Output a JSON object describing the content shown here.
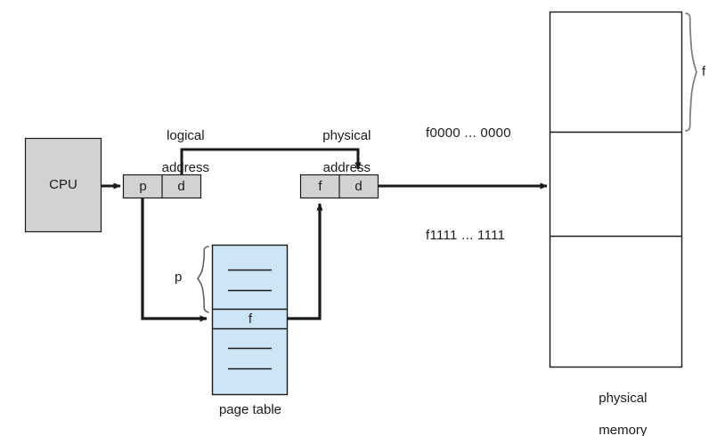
{
  "diagram": {
    "title": "paging-hardware",
    "colors": {
      "gray_fill": "#d2d2d2",
      "blue_fill": "#cde6f5",
      "stroke": "#1a1a1a",
      "brace": "#808080",
      "background": "#ffffff"
    },
    "cpu": {
      "label": "CPU"
    },
    "logical_address": {
      "caption_line1": "logical",
      "caption_line2": "address",
      "page_field": "p",
      "offset_field": "d"
    },
    "physical_address": {
      "caption_line1": "physical",
      "caption_line2": "address",
      "frame_field": "f",
      "offset_field": "d"
    },
    "page_table": {
      "caption": "page table",
      "brace_label": "p",
      "entry_label": "f",
      "rows_above": 2,
      "rows_below": 2
    },
    "physical_memory": {
      "caption_line1": "physical",
      "caption_line2": "memory",
      "brace_label": "f",
      "address_top": "f0000 ... 0000",
      "address_bottom": "f1111 ... 1111",
      "frames": 3
    }
  }
}
